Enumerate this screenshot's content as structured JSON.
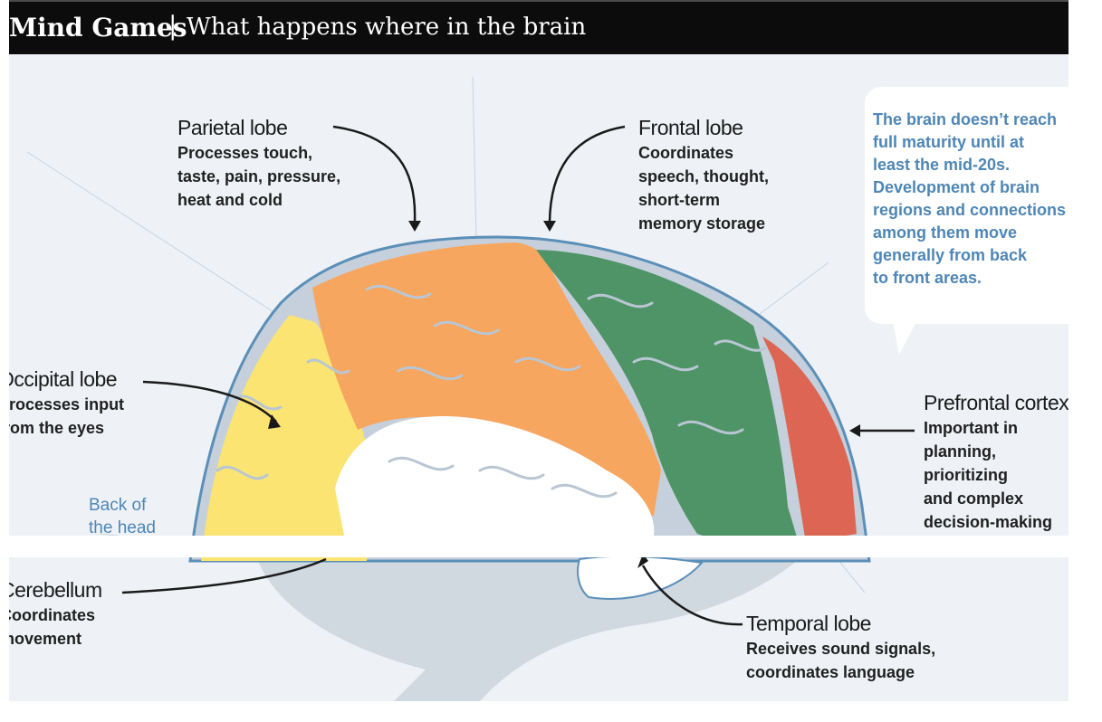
{
  "header": {
    "title": "Mind Games",
    "separator": "|",
    "subtitle": "What happens where in the brain"
  },
  "labels": {
    "parietal": {
      "name": "Parietal lobe",
      "desc": [
        "Processes touch,",
        "taste, pain, pressure,",
        "heat and cold"
      ]
    },
    "frontal": {
      "name": "Frontal lobe",
      "desc": [
        "Coordinates",
        "speech, thought,",
        "short-term",
        "memory storage"
      ]
    },
    "occipital": {
      "name": "Occipital lobe",
      "desc": [
        "Processes input",
        "from the eyes"
      ]
    },
    "prefrontal": {
      "name": "Prefrontal cortex",
      "desc": [
        "Important in",
        "planning,",
        "prioritizing",
        "and complex",
        "decision-making"
      ]
    },
    "cerebellum": {
      "name": "Cerebellum",
      "desc": [
        "Coordinates",
        "movement"
      ]
    },
    "temporal": {
      "name": "Temporal lobe",
      "desc": [
        "Receives sound signals,",
        "coordinates language"
      ]
    }
  },
  "back_of_head": [
    "Back of",
    "the head"
  ],
  "note": [
    "The brain doesn’t reach",
    "full maturity until at",
    "least the mid-20s.",
    "Development of brain",
    "regions and connections",
    "among them move",
    "generally from back",
    "to front areas."
  ],
  "colors": {
    "parietal": "#f7a65f",
    "frontal": "#4f9467",
    "occipital": "#fbe472",
    "prefrontal": "#dc6653",
    "temporal": "#ffffff",
    "background": "#eef2f6",
    "brain_outline": "#5b8fb8",
    "note_text": "#4f86b5"
  }
}
